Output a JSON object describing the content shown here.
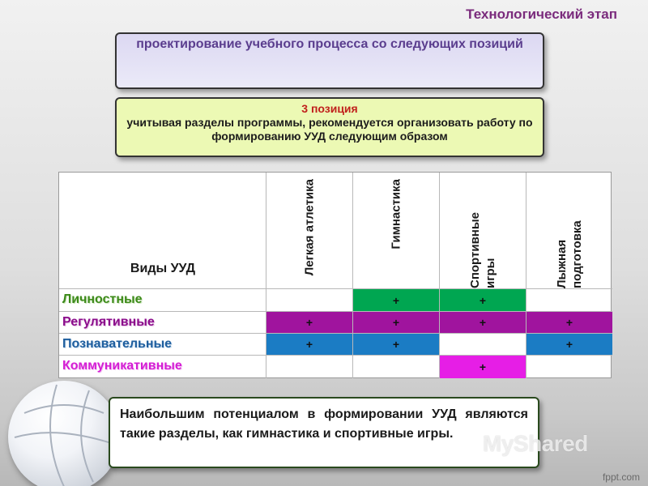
{
  "slide": {
    "title": "Технологический этап",
    "heading": "проектирование учебного процесса со следующих позиций",
    "position_label": "3 позиция",
    "position_text": "учитывая разделы программы, рекомендуется организовать работу по формированию УУД следующим образом"
  },
  "table": {
    "corner_label": "Виды УУД",
    "columns": [
      {
        "label": "Легкая атлетика"
      },
      {
        "label": "Гимнастика"
      },
      {
        "label": "Спортивные игры"
      },
      {
        "label": "Лыжная подготовка"
      }
    ],
    "rows": [
      {
        "label": "Личностные",
        "color": "#00a651",
        "cells": [
          "",
          "+",
          "+",
          ""
        ]
      },
      {
        "label": "Регулятивные",
        "color": "#a0149e",
        "cells": [
          "+",
          "+",
          "+",
          "+"
        ]
      },
      {
        "label": "Познавательные",
        "color": "#1b7cc4",
        "cells": [
          "+",
          "+",
          "",
          "+"
        ]
      },
      {
        "label": "Коммуникативные",
        "color": "#e61ee6",
        "cells": [
          "",
          "",
          "+",
          ""
        ]
      }
    ]
  },
  "summary": {
    "text": "Наибольшим потенциалом в формировании УУД являются такие разделы, как гимнастика и спортивные игры."
  },
  "watermark": {
    "main": "MyShared"
  },
  "footer": {
    "brand": "fppt.com"
  },
  "icons": {
    "ball": "volleyball-icon"
  }
}
